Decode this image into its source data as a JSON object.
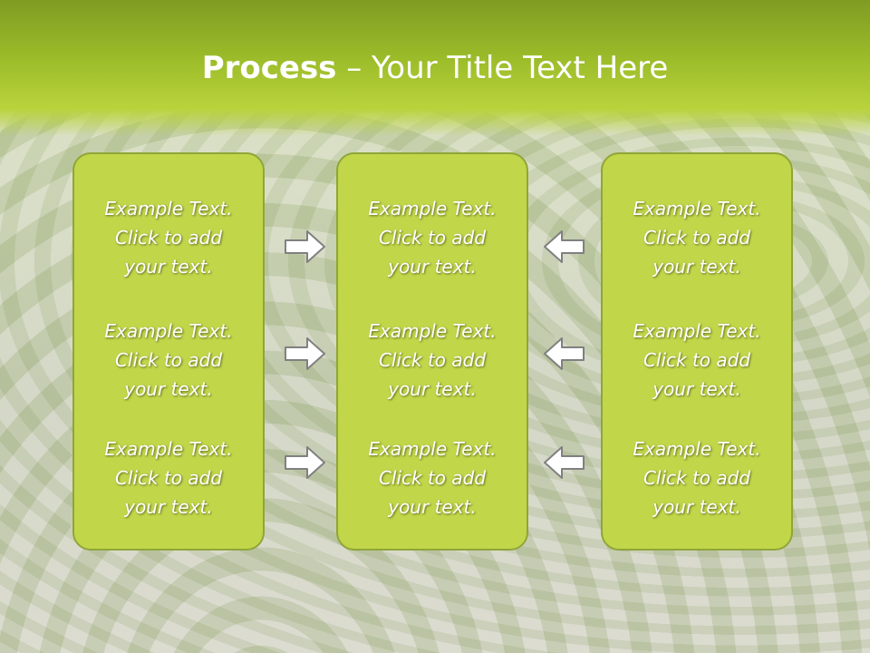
{
  "title": {
    "bold": "Process",
    "rest": " – Your Title Text Here"
  },
  "panels": [
    {
      "blocks": [
        {
          "line1": "Example Text.",
          "line2": "Click  to add",
          "line3": "your text."
        },
        {
          "line1": "Example Text.",
          "line2": "Click  to add",
          "line3": "your text."
        },
        {
          "line1": "Example Text.",
          "line2": "Click  to add",
          "line3": "your text."
        }
      ]
    },
    {
      "blocks": [
        {
          "line1": "Example Text.",
          "line2": "Click  to add",
          "line3": "your text."
        },
        {
          "line1": "Example Text.",
          "line2": "Click  to add",
          "line3": "your text."
        },
        {
          "line1": "Example Text.",
          "line2": "Click  to add",
          "line3": "your text."
        }
      ]
    },
    {
      "blocks": [
        {
          "line1": "Example Text.",
          "line2": "Click  to add",
          "line3": "your text."
        },
        {
          "line1": "Example Text.",
          "line2": "Click  to add",
          "line3": "your text."
        },
        {
          "line1": "Example Text.",
          "line2": "Click  to add",
          "line3": "your text."
        }
      ]
    }
  ],
  "arrows": {
    "left_column": "arrow-right-icon",
    "right_column": "arrow-left-icon"
  },
  "colors": {
    "header": "#9dbd2a",
    "panel_fill": "#c2d64a",
    "panel_border": "#8fa637",
    "arrow_fill": "#ffffff",
    "arrow_stroke": "#808080"
  }
}
